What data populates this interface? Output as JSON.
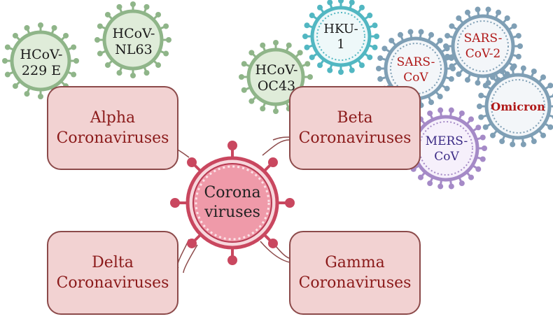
{
  "center": {
    "line1": "Corona",
    "line2": "viruses"
  },
  "genera": {
    "alpha": {
      "line1": "Alpha",
      "line2": "Coronaviruses"
    },
    "beta": {
      "line1": "Beta",
      "line2": "Coronaviruses"
    },
    "delta": {
      "line1": "Delta",
      "line2": "Coronaviruses"
    },
    "gamma": {
      "line1": "Gamma",
      "line2": "Coronaviruses"
    }
  },
  "viruses": {
    "hcov229e": {
      "line1": "HCoV-",
      "line2": "229 E"
    },
    "hcovnl63": {
      "line1": "HCoV-",
      "line2": "NL63"
    },
    "hcovoc43": {
      "line1": "HCoV-",
      "line2": "OC43"
    },
    "hku1": {
      "line1": "HKU-",
      "line2": "1"
    },
    "sarscov": {
      "line1": "SARS-",
      "line2": "CoV"
    },
    "sarscov2": {
      "line1": "SARS-",
      "line2": "CoV-2"
    },
    "omicron": {
      "line1": "Omicron",
      "line2": ""
    },
    "merscov": {
      "line1": "MERS-",
      "line2": "CoV"
    }
  },
  "colors": {
    "box_fill": "#f2d2d2",
    "box_border": "#8c4a4a",
    "box_text": "#8b1a1a",
    "center_virus": "#c9475f",
    "green_virus": "#8fb589",
    "cyan_virus": "#52b7c2",
    "blue_virus": "#7f9fb5",
    "purple_virus": "#a58ac7",
    "sars_text": "#b01818",
    "mers_text": "#3b2a85"
  }
}
